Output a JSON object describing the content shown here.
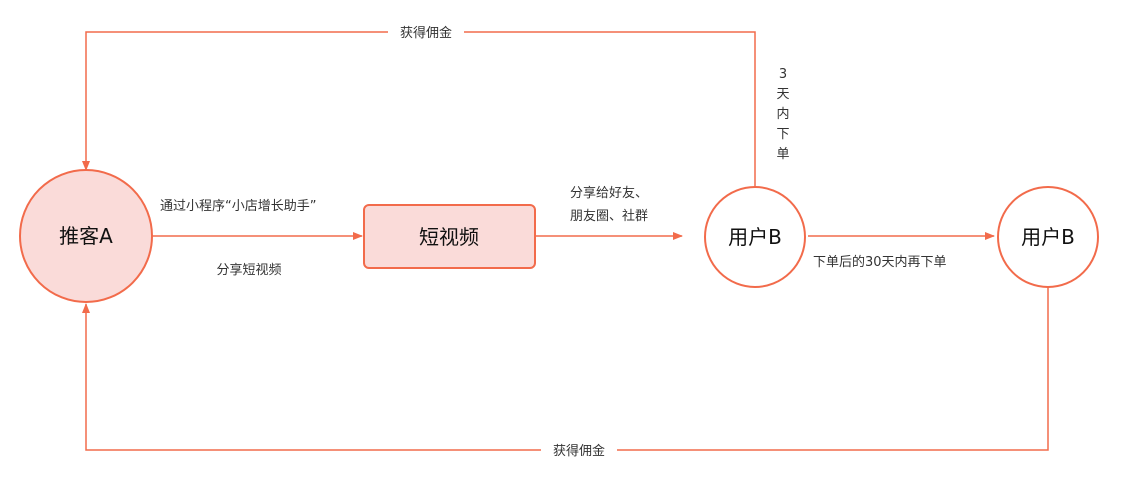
{
  "colors": {
    "line": "#f26b4b",
    "fill_pink": "#fadbd9",
    "stroke": "#f26b4b"
  },
  "nodes": {
    "tuike_a": "推客A",
    "short_video": "短视频",
    "user_b1": "用户B",
    "user_b2": "用户B"
  },
  "edges": {
    "via_mini_program": "通过小程序“小店增长助手”",
    "share_short_video": "分享短视频",
    "share_to_friends_line1": "分享给好友、",
    "share_to_friends_line2": "朋友圈、社群",
    "order_within_3_days": [
      "3",
      "天",
      "内",
      "下",
      "单"
    ],
    "reorder_within_30_days": "下单后的30天内再下单",
    "earn_commission_top": "获得佣金",
    "earn_commission_bottom": "获得佣金"
  }
}
